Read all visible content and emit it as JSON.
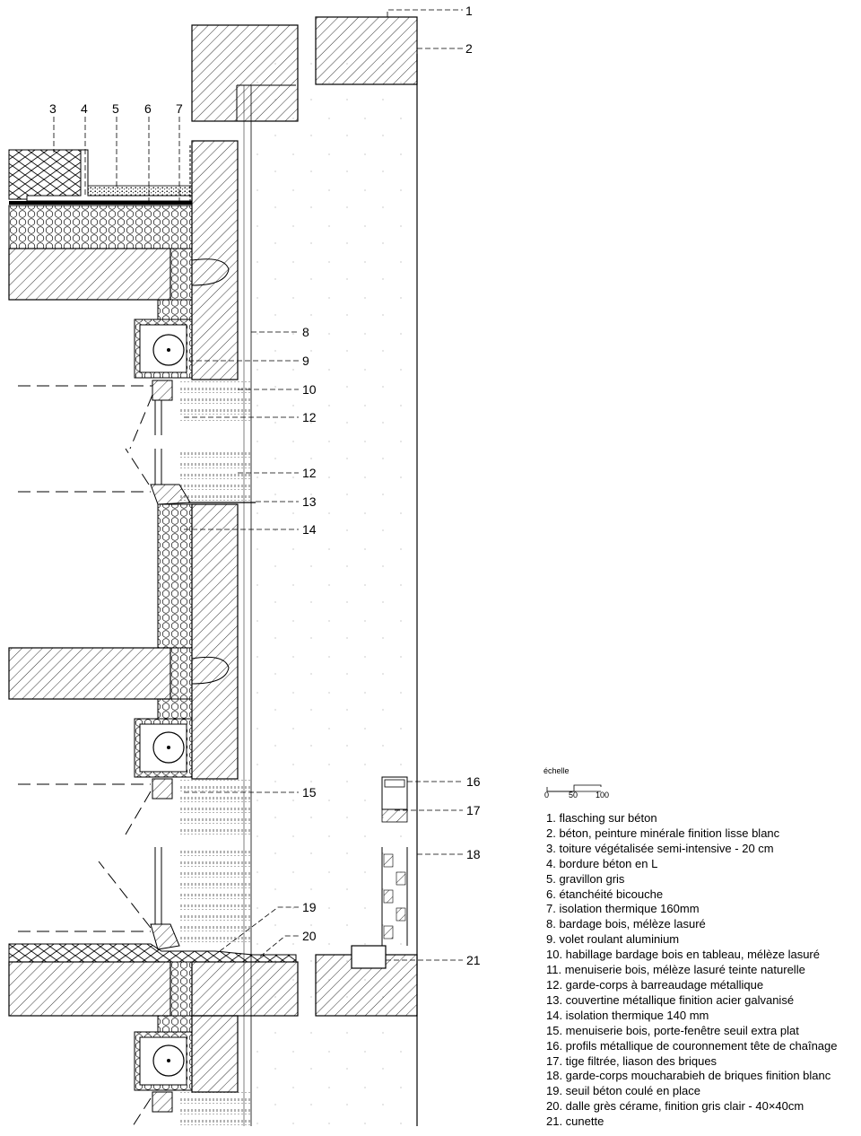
{
  "callouts": [
    {
      "n": "1"
    },
    {
      "n": "2"
    },
    {
      "n": "3"
    },
    {
      "n": "4"
    },
    {
      "n": "5"
    },
    {
      "n": "6"
    },
    {
      "n": "7"
    },
    {
      "n": "8"
    },
    {
      "n": "9"
    },
    {
      "n": "10"
    },
    {
      "n": "12"
    },
    {
      "n": "12"
    },
    {
      "n": "13"
    },
    {
      "n": "14"
    },
    {
      "n": "15"
    },
    {
      "n": "16"
    },
    {
      "n": "17"
    },
    {
      "n": "18"
    },
    {
      "n": "19"
    },
    {
      "n": "20"
    },
    {
      "n": "21"
    }
  ],
  "scale": {
    "title": "échelle",
    "ticks": [
      "0",
      "50",
      "100"
    ]
  },
  "legend": [
    "1. flasching sur béton",
    "2. béton, peinture minérale finition lisse blanc",
    "3. toiture végétalisée semi-intensive - 20 cm",
    "4. bordure béton en L",
    "5. gravillon gris",
    "6. étanchéité bicouche",
    "7. isolation thermique 160mm",
    "8. bardage bois, mélèze lasuré",
    "9. volet roulant aluminium",
    "10. habillage bardage bois en tableau, mélèze lasuré",
    "11. menuiserie bois, mélèze lasuré teinte naturelle",
    "12. garde-corps à barreaudage métallique",
    "13. couvertine métallique finition acier galvanisé",
    "14. isolation thermique 140 mm",
    "15. menuiserie bois, porte-fenêtre seuil extra plat",
    "16. profils métallique de couronnement tête de chaînage",
    "17. tige filtrée, liason des briques",
    "18. garde-corps moucharabieh de briques finition blanc",
    "19. seuil béton coulé en place",
    "20. dalle grès cérame, finition gris clair - 40×40cm",
    "21. cunette"
  ]
}
